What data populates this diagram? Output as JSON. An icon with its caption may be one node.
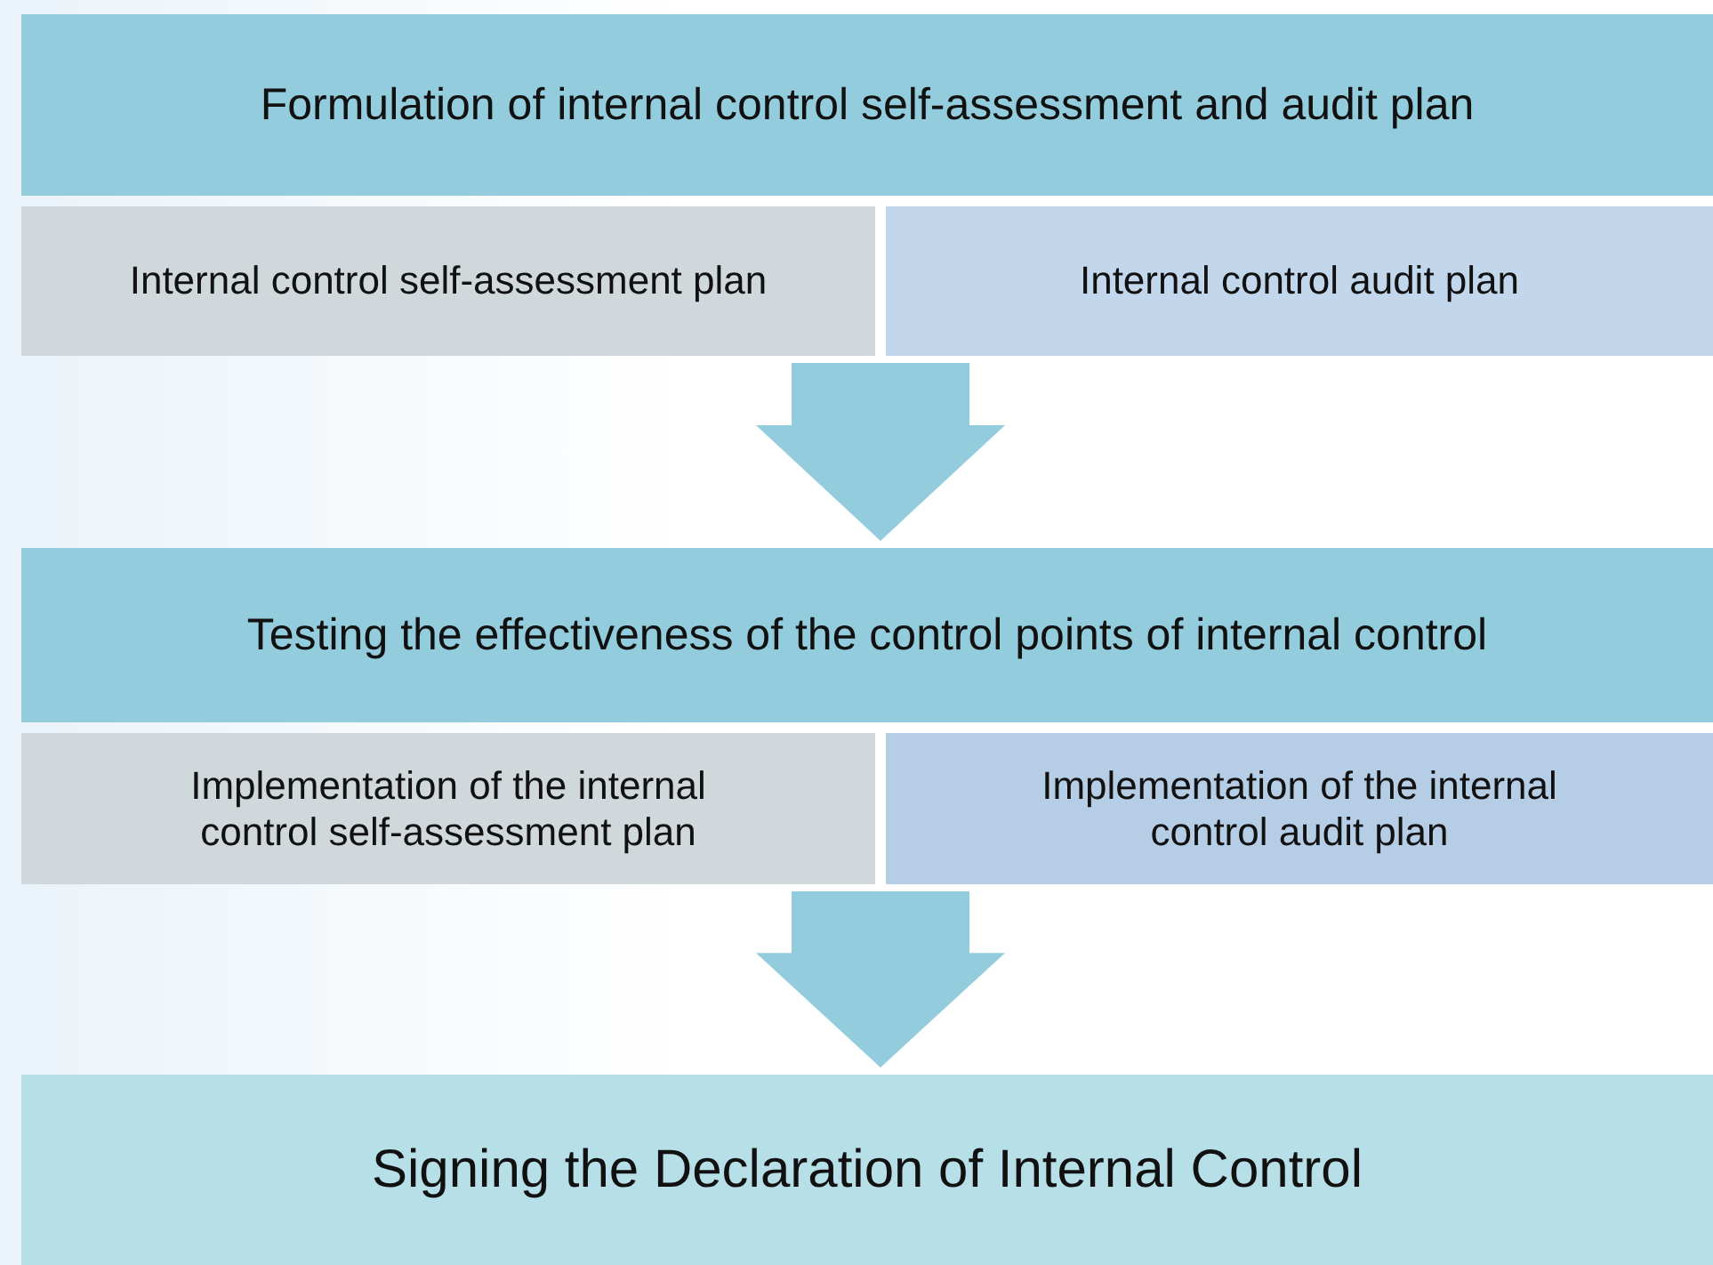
{
  "diagram": {
    "nodes": [
      {
        "text": [
          "Formulation of internal control self-assessment and audit plan"
        ]
      },
      {
        "text": [
          "Internal control self-assessment plan"
        ]
      },
      {
        "text": [
          "Internal control audit plan"
        ]
      },
      {
        "text": [
          "Testing the effectiveness of the control points of internal control"
        ]
      },
      {
        "text": [
          "Implementation of the internal control self-assessment plan"
        ]
      },
      {
        "text": [
          "Implementation of the internal control audit plan"
        ]
      },
      {
        "text": [
          "Signing the Declaration of Internal Control"
        ]
      }
    ],
    "edges": [
      {
        "from": 1,
        "to": 3,
        "arrow": "to"
      },
      {
        "from": 2,
        "to": 3,
        "arrow": "to"
      },
      {
        "from": 4,
        "to": 6,
        "arrow": "to"
      },
      {
        "from": 5,
        "to": 6,
        "arrow": "to"
      }
    ]
  }
}
